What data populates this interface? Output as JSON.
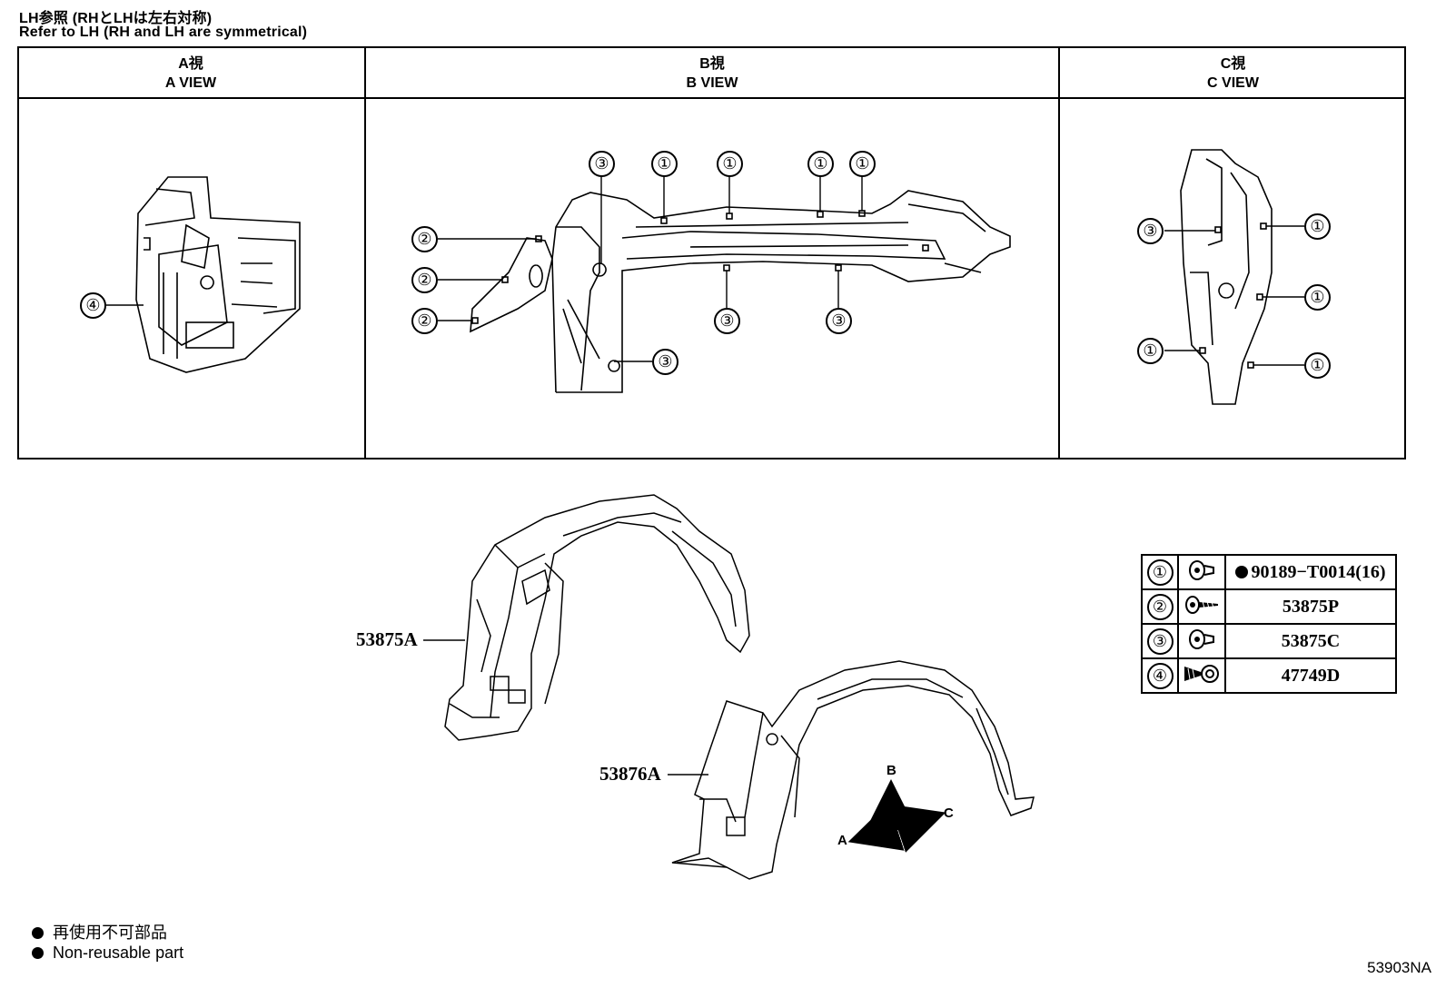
{
  "header": {
    "note_ja": "LH参照 (RHとLHは左右対称)",
    "note_en": "Refer to LH (RH and LH are symmetrical)"
  },
  "views": {
    "a": {
      "ja": "A視",
      "en": "A VIEW"
    },
    "b": {
      "ja": "B視",
      "en": "B VIEW"
    },
    "c": {
      "ja": "C視",
      "en": "C VIEW"
    }
  },
  "callout_numbers": [
    "①",
    "②",
    "③",
    "④"
  ],
  "parts": {
    "upper_liner": "53875A",
    "lower_liner": "53876A"
  },
  "direction_arrows": {
    "a": "A",
    "b": "B",
    "c": "C"
  },
  "legend": {
    "rows": [
      {
        "num": "①",
        "icon": "clip-icon",
        "part_number": "90189−T0014(16)",
        "non_reusable": true
      },
      {
        "num": "②",
        "icon": "screw-icon",
        "part_number": "53875P",
        "non_reusable": false
      },
      {
        "num": "③",
        "icon": "clip-icon",
        "part_number": "53875C",
        "non_reusable": false
      },
      {
        "num": "④",
        "icon": "screw-grommet-icon",
        "part_number": "47749D",
        "non_reusable": false
      }
    ]
  },
  "footer": {
    "note_ja": "再使用不可部品",
    "note_en": "Non-reusable part",
    "ref_code": "53903NA"
  }
}
